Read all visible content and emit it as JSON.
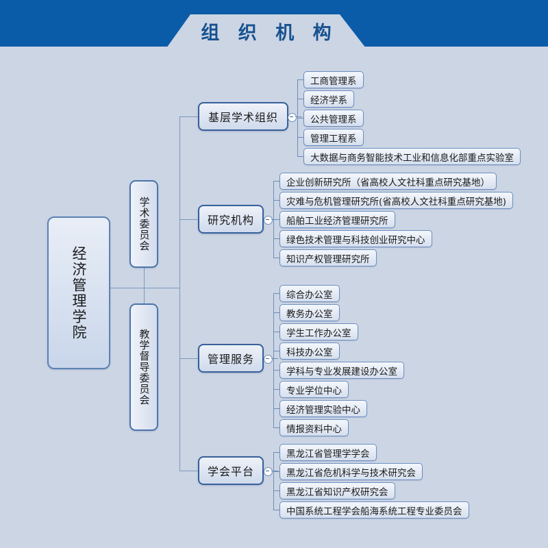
{
  "banner": {
    "title": "组 织 机 构",
    "bar_color": "#0b5ca8",
    "page_bg": "#ccd5e4"
  },
  "chart_title": "组织机构",
  "root": {
    "label": "经济管理学院"
  },
  "committees": [
    {
      "label": "学术委员会"
    },
    {
      "label": "教学督导委员会"
    }
  ],
  "categories": [
    {
      "label": "基层学术组织",
      "children": [
        {
          "label": "工商管理系"
        },
        {
          "label": "经济学系"
        },
        {
          "label": "公共管理系"
        },
        {
          "label": "管理工程系"
        },
        {
          "label": "大数据与商务智能技术工业和信息化部重点实验室"
        }
      ]
    },
    {
      "label": "研究机构",
      "children": [
        {
          "label": "企业创新研究所（省高校人文社科重点研究基地）"
        },
        {
          "label": "灾难与危机管理研究所(省高校人文社科重点研究基地)"
        },
        {
          "label": "船舶工业经济管理研究所"
        },
        {
          "label": "绿色技术管理与科技创业研究中心"
        },
        {
          "label": "知识产权管理研究所"
        }
      ]
    },
    {
      "label": "管理服务",
      "children": [
        {
          "label": "综合办公室"
        },
        {
          "label": "教务办公室"
        },
        {
          "label": "学生工作办公室"
        },
        {
          "label": "科技办公室"
        },
        {
          "label": "学科与专业发展建设办公室"
        },
        {
          "label": "专业学位中心"
        },
        {
          "label": "经济管理实验中心"
        },
        {
          "label": "情报资料中心"
        }
      ]
    },
    {
      "label": "学会平台",
      "children": [
        {
          "label": "黑龙江省管理学学会"
        },
        {
          "label": "黑龙江省危机科学与技术研究会"
        },
        {
          "label": "黑龙江省知识产权研究会"
        },
        {
          "label": "中国系统工程学会船海系统工程专业委员会"
        }
      ]
    }
  ]
}
